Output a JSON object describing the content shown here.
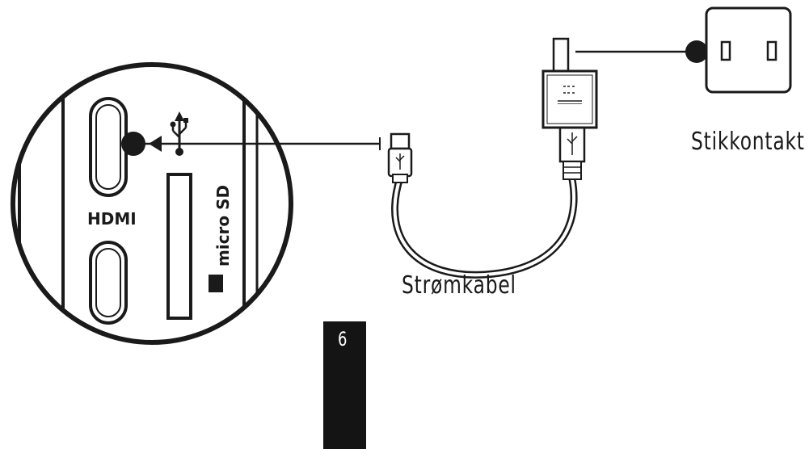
{
  "labels": {
    "socket": "Stikkontakt",
    "cable": "Strømkabel",
    "port_hdmi": "HDMI",
    "slot_micro_sd": "micro SD",
    "page_number": "6"
  },
  "icons": {
    "usb": "usb-icon",
    "arrow": "arrow-left-icon",
    "sd_card": "sd-card-icon"
  },
  "colors": {
    "line": "#1a1a1a",
    "background": "#ffffff",
    "page_tab": "#141414"
  }
}
